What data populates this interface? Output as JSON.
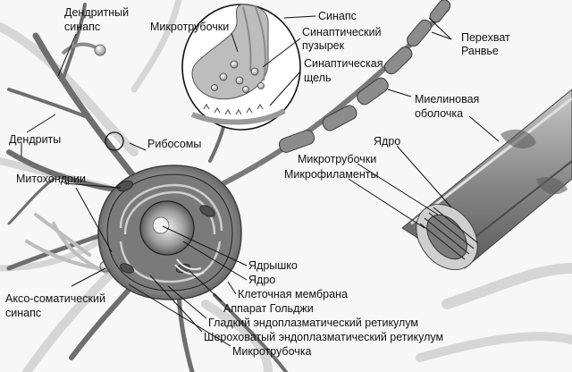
{
  "labels": {
    "dendritic_synapse_1": "Дендритный",
    "dendritic_synapse_2": "синапс",
    "microtubules_top": "Микротрубочки",
    "synapse": "Синапс",
    "synaptic_vesicle_1": "Синаптический",
    "synaptic_vesicle_2": "пузырек",
    "synaptic_cleft_1": "Синаптическая",
    "synaptic_cleft_2": "щель",
    "node_ranvier_1": "Перехват",
    "node_ranvier_2": "Ранвье",
    "myelin_1": "Миелиновая",
    "myelin_2": "оболочка",
    "dendrites": "Дендриты",
    "ribosomes": "Рибосомы",
    "nucleus_right": "Ядро",
    "microtubules_mid": "Микротрубочки",
    "microfilaments": "Микрофиламенты",
    "mitochondria": "Митохондрии",
    "axo_somatic_1": "Аксо-соматический",
    "axo_somatic_2": "синапс",
    "nucleolus": "Ядрышко",
    "nucleus": "Ядро",
    "cell_membrane": "Клеточная мембрана",
    "golgi": "Аппарат Гольджи",
    "smooth_er": "Гладкий эндоплазматический ретикулум",
    "rough_er": "Шероховатый эндоплазматический ретикулум",
    "microtubule": "Микротрубочка"
  }
}
